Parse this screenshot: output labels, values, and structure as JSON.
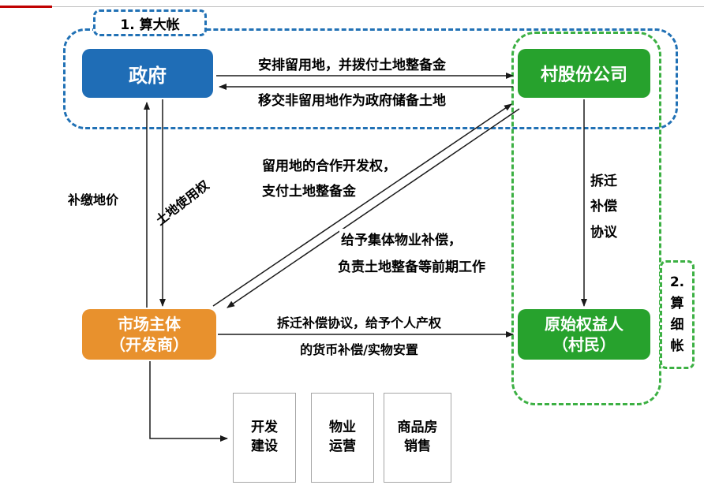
{
  "tags": {
    "big_account": "1. 算大帐",
    "detail_account": [
      "2.",
      "算",
      "细",
      "帐"
    ]
  },
  "nodes": {
    "government": {
      "label": "政府"
    },
    "village_company": {
      "label": "村股份公司"
    },
    "market_entity": {
      "line1": "市场主体",
      "line2": "（开发商）"
    },
    "original_rights": {
      "line1": "原始权益人",
      "line2": "（村民）"
    },
    "dev_construction": {
      "line1": "开发",
      "line2": "建设"
    },
    "property_operation": {
      "line1": "物业",
      "line2": "运营"
    },
    "housing_sales": {
      "line1": "商品房",
      "line2": "销售"
    }
  },
  "edges": {
    "arrange_land": "安排留用地，并拨付土地整备金",
    "transfer_land": "移交非留用地作为政府储备土地",
    "pay_land_price": "补缴地价",
    "land_use_right": "土地使用权",
    "coop_dev_line1": "留用地的合作开发权，",
    "coop_dev_line2": "支付土地整备金",
    "collective_comp_line1": "给予集体物业补偿，",
    "collective_comp_line2": "负责土地整备等前期工作",
    "demolition_agreement": [
      "拆迁",
      "补偿",
      "协议"
    ],
    "personal_comp_line1": "拆迁补偿协议，给予个人产权",
    "personal_comp_line2": "的货币补偿/实物安置"
  },
  "colors": {
    "accent-red": "#c00000",
    "divider-gray": "#bfbfbf",
    "dash-blue": "#2171b5",
    "dash-green": "#3cb043",
    "box-blue": "#1f6db6",
    "box-green": "#27a22d",
    "box-orange": "#e8912d",
    "arrow-black": "#1a1a1a"
  }
}
